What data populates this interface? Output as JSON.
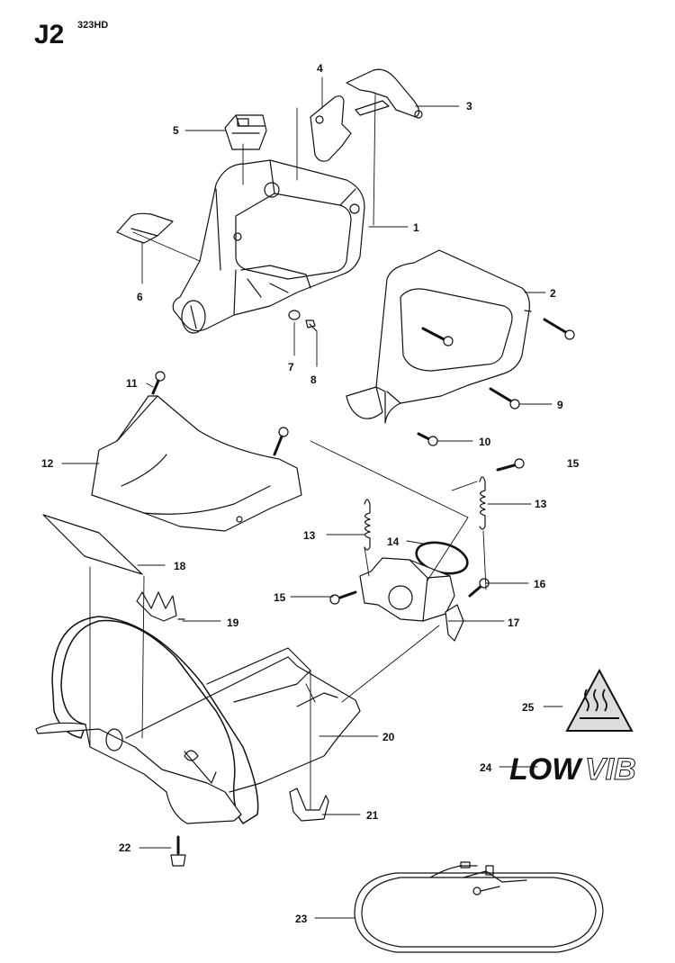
{
  "header": {
    "page_code": "J2",
    "model": "323HD"
  },
  "callouts": [
    {
      "id": "c1",
      "label": "1"
    },
    {
      "id": "c2",
      "label": "2"
    },
    {
      "id": "c3",
      "label": "3"
    },
    {
      "id": "c4",
      "label": "4"
    },
    {
      "id": "c5",
      "label": "5"
    },
    {
      "id": "c6",
      "label": "6"
    },
    {
      "id": "c7",
      "label": "7"
    },
    {
      "id": "c8",
      "label": "8"
    },
    {
      "id": "c9",
      "label": "9"
    },
    {
      "id": "c10",
      "label": "10"
    },
    {
      "id": "c11",
      "label": "11"
    },
    {
      "id": "c12",
      "label": "12"
    },
    {
      "id": "c13a",
      "label": "13"
    },
    {
      "id": "c13b",
      "label": "13"
    },
    {
      "id": "c14",
      "label": "14"
    },
    {
      "id": "c15a",
      "label": "15"
    },
    {
      "id": "c15b",
      "label": "15"
    },
    {
      "id": "c16",
      "label": "16"
    },
    {
      "id": "c17",
      "label": "17"
    },
    {
      "id": "c18",
      "label": "18"
    },
    {
      "id": "c19",
      "label": "19"
    },
    {
      "id": "c20",
      "label": "20"
    },
    {
      "id": "c21",
      "label": "21"
    },
    {
      "id": "c22",
      "label": "22"
    },
    {
      "id": "c23",
      "label": "23"
    },
    {
      "id": "c24",
      "label": "24"
    },
    {
      "id": "c25",
      "label": "25"
    }
  ],
  "logo": {
    "low": "LOW",
    "vib": "VIB"
  }
}
